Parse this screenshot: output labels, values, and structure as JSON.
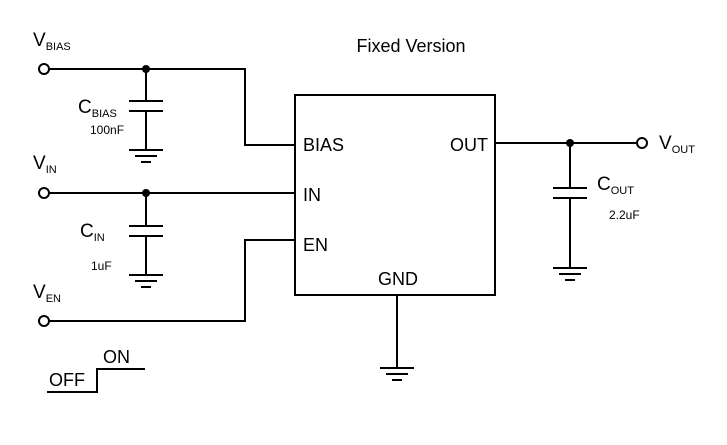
{
  "title": "Fixed Version",
  "ic": {
    "pins": {
      "bias": "BIAS",
      "in": "IN",
      "en": "EN",
      "out": "OUT",
      "gnd": "GND"
    }
  },
  "nets": {
    "vbias": {
      "base": "V",
      "sub": "BIAS"
    },
    "vin": {
      "base": "V",
      "sub": "IN"
    },
    "ven": {
      "base": "V",
      "sub": "EN"
    },
    "vout": {
      "base": "V",
      "sub": "OUT"
    }
  },
  "capacitors": {
    "cbias": {
      "base": "C",
      "sub": "BIAS",
      "value": "100nF"
    },
    "cin": {
      "base": "C",
      "sub": "IN",
      "value": "1uF"
    },
    "cout": {
      "base": "C",
      "sub": "OUT",
      "value": "2.2uF"
    }
  },
  "enable_signal": {
    "off": "OFF",
    "on": "ON"
  }
}
